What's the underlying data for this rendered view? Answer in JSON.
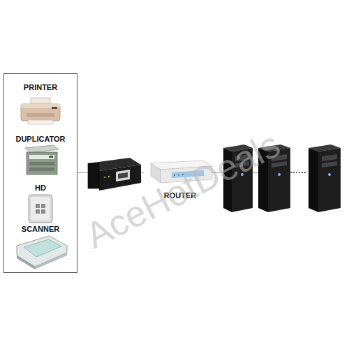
{
  "diagram": {
    "nodes": [
      {
        "text": [
          "PRINTER",
          "DUPLICATOR",
          "HD",
          "SCANNER"
        ]
      },
      {
        "text": [
          "ROUTER"
        ]
      }
    ],
    "edges": [
      {
        "from": 0,
        "to": 1,
        "arrow": "none"
      }
    ],
    "labels": [
      "AceHotDeals"
    ]
  }
}
